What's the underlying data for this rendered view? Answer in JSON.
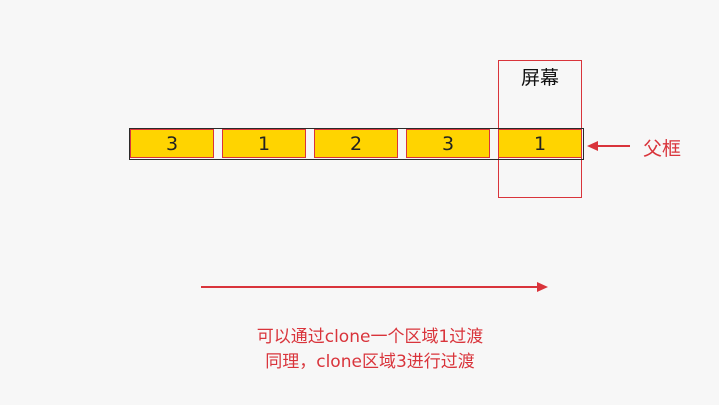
{
  "screen": {
    "label": "屏幕"
  },
  "parent": {
    "label": "父框"
  },
  "cells": [
    "3",
    "1",
    "2",
    "3",
    "1"
  ],
  "notes": {
    "line1": "可以通过clone一个区域1过渡",
    "line2": "同理，clone区域3进行过渡"
  },
  "colors": {
    "accent_red": "#d9343b",
    "cell_fill": "#ffd400",
    "background": "#f7f7f7"
  }
}
